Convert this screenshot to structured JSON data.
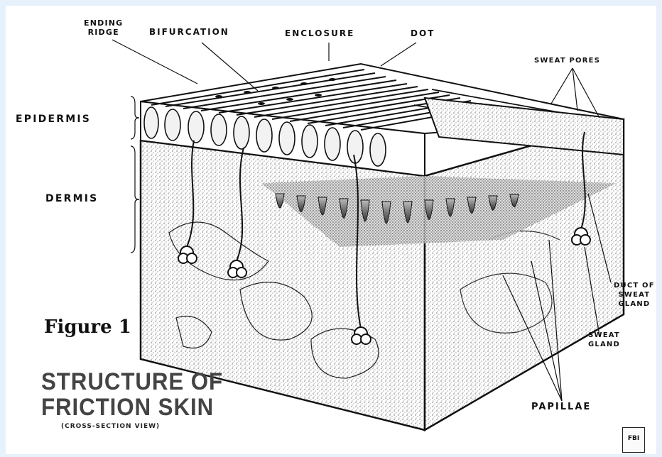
{
  "figure": {
    "label": "Figure 1",
    "title_line1": "STRUCTURE OF",
    "title_line2": "FRICTION SKIN",
    "subtitle": "(CROSS-SECTION VIEW)"
  },
  "labels": {
    "ending_ridge_line1": "ENDING",
    "ending_ridge_line2": "RIDGE",
    "bifurcation": "BIFURCATION",
    "enclosure": "ENCLOSURE",
    "dot": "DOT",
    "sweat_pores": "SWEAT PORES",
    "epidermis": "EPIDERMIS",
    "dermis": "DERMIS",
    "duct_line1": "DUCT OF",
    "duct_line2": "SWEAT",
    "duct_line3": "GLAND",
    "sweat_gland_line1": "SWEAT",
    "sweat_gland_line2": "GLAND",
    "papillae": "PAPILLAE"
  },
  "seal": {
    "text": "FBI"
  },
  "colors": {
    "background": "#e6f1fb",
    "ink": "#111111",
    "paper": "#ffffff"
  }
}
